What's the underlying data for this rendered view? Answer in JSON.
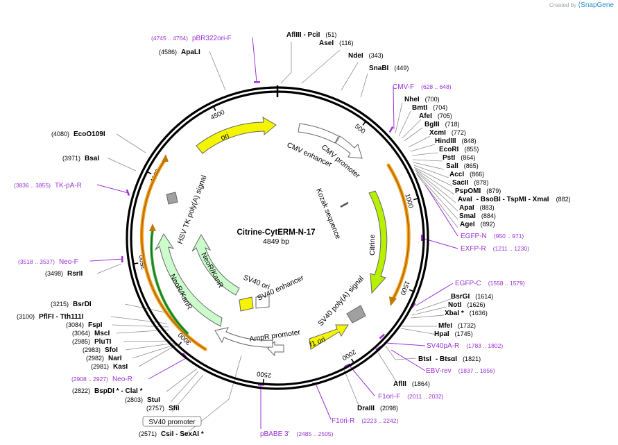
{
  "brand": {
    "created_by": "Created by",
    "name": "SnapGene"
  },
  "plasmid": {
    "name": "Citrine-CytERM-N-17",
    "size": "4849 bp",
    "length": 4849
  },
  "colors": {
    "feature_yellow": "#f5f500",
    "feature_green": "#ccfccc",
    "feature_white": "#ffffff",
    "primer": "#9b30d6",
    "orf_orange": "#ff9900",
    "orf_green": "#33aa33",
    "backbone": "#000000"
  },
  "ticks": [
    "500",
    "1000",
    "1500",
    "2000",
    "2500",
    "3000",
    "3500",
    "4000",
    "4500"
  ],
  "sites": [
    {
      "name": "AflIII",
      "pos": "(51)",
      "extra": "- PciI"
    },
    {
      "name": "AseI",
      "pos": "(116)"
    },
    {
      "name": "NdeI",
      "pos": "(343)"
    },
    {
      "name": "SnaBI",
      "pos": "(449)"
    },
    {
      "name": "NheI",
      "pos": "(700)"
    },
    {
      "name": "BmtI",
      "pos": "(704)"
    },
    {
      "name": "AfeI",
      "pos": "(705)"
    },
    {
      "name": "BglII",
      "pos": "(718)"
    },
    {
      "name": "XcmI",
      "pos": "(772)"
    },
    {
      "name": "HindIII",
      "pos": "(848)"
    },
    {
      "name": "EcoRI",
      "pos": "(855)"
    },
    {
      "name": "PstI",
      "pos": "(864)"
    },
    {
      "name": "SalI",
      "pos": "(865)"
    },
    {
      "name": "AccI",
      "pos": "(866)"
    },
    {
      "name": "SacII",
      "pos": "(878)"
    },
    {
      "name": "PspOMI",
      "pos": "(879)"
    },
    {
      "name": "AvaI",
      "pos": "(882)",
      "extra": "- BsoBI  - TspMI  - XmaI"
    },
    {
      "name": "ApaI",
      "pos": "(883)"
    },
    {
      "name": "SmaI",
      "pos": "(884)"
    },
    {
      "name": "AgeI",
      "pos": "(892)"
    },
    {
      "name": "BsrGI",
      "pos": "(1614)"
    },
    {
      "name": "NotI",
      "pos": "(1626)"
    },
    {
      "name": "XbaI *",
      "pos": "(1636)"
    },
    {
      "name": "MfeI",
      "pos": "(1732)"
    },
    {
      "name": "HpaI",
      "pos": "(1745)"
    },
    {
      "name": "BtsI",
      "pos": "(1821)",
      "extra": "- BtsαI"
    },
    {
      "name": "AflII",
      "pos": "(1864)"
    },
    {
      "name": "DraIII",
      "pos": "(2098)"
    },
    {
      "name": "CsiI",
      "pos": "(2571)",
      "extra": "- SexAI *"
    },
    {
      "name": "SfiI",
      "pos": "(2757)"
    },
    {
      "name": "StuI",
      "pos": "(2803)"
    },
    {
      "name": "BspDI *",
      "pos": "(2822)",
      "extra": "- ClaI *"
    },
    {
      "name": "KasI",
      "pos": "(2981)"
    },
    {
      "name": "NarI",
      "pos": "(2982)"
    },
    {
      "name": "SfoI",
      "pos": "(2983)"
    },
    {
      "name": "PluTI",
      "pos": "(2985)"
    },
    {
      "name": "MscI",
      "pos": "(3064)"
    },
    {
      "name": "FspI",
      "pos": "(3084)"
    },
    {
      "name": "PflFI",
      "pos": "(3100)",
      "extra": "- Tth111I"
    },
    {
      "name": "BsrDI",
      "pos": "(3215)"
    },
    {
      "name": "RsrII",
      "pos": "(3498)"
    },
    {
      "name": "BsaI",
      "pos": "(3971)"
    },
    {
      "name": "EcoO109I",
      "pos": "(4080)"
    },
    {
      "name": "ApaLI",
      "pos": "(4586)"
    }
  ],
  "primers": [
    {
      "name": "pBR322ori-F",
      "range": "(4745 .. 4764)"
    },
    {
      "name": "CMV-F",
      "range": "(628 .. 648)"
    },
    {
      "name": "EGFP-N",
      "range": "(950 .. 971)"
    },
    {
      "name": "EXFP-R",
      "range": "(1211 .. 1230)"
    },
    {
      "name": "EGFP-C",
      "range": "(1558 .. 1579)"
    },
    {
      "name": "SV40pA-R",
      "range": "(1783 .. 1802)"
    },
    {
      "name": "EBV-rev",
      "range": "(1837 .. 1856)"
    },
    {
      "name": "F1ori-F",
      "range": "(2011 .. 2032)"
    },
    {
      "name": "F1ori-R",
      "range": "(2223 .. 2242)"
    },
    {
      "name": "pBABE 3'",
      "range": "(2485 .. 2505)"
    },
    {
      "name": "Neo-R",
      "range": "(2908 .. 2927)"
    },
    {
      "name": "Neo-F",
      "range": "(3518 .. 3537)"
    },
    {
      "name": "TK-pA-R",
      "range": "(3836 .. 3855)"
    }
  ],
  "features": [
    {
      "name": "ori",
      "type": "rep_origin"
    },
    {
      "name": "CMV enhancer",
      "type": "enhancer"
    },
    {
      "name": "CMV promoter",
      "type": "promoter"
    },
    {
      "name": "Kozak sequence",
      "type": "misc"
    },
    {
      "name": "Citrine",
      "type": "cds"
    },
    {
      "name": "SV40 poly(A) signal",
      "type": "terminator"
    },
    {
      "name": "f1 ori",
      "type": "rep_origin"
    },
    {
      "name": "AmpR promoter",
      "type": "promoter"
    },
    {
      "name": "SV40 ori",
      "type": "rep_origin"
    },
    {
      "name": "SV40 enhancer",
      "type": "enhancer"
    },
    {
      "name": "NeoR/KanR",
      "type": "cds"
    },
    {
      "name": "NeoR/KanR",
      "type": "cds"
    },
    {
      "name": "HSV TK poly(A) signal",
      "type": "terminator"
    },
    {
      "name": "SV40 promoter",
      "type": "promoter"
    }
  ]
}
